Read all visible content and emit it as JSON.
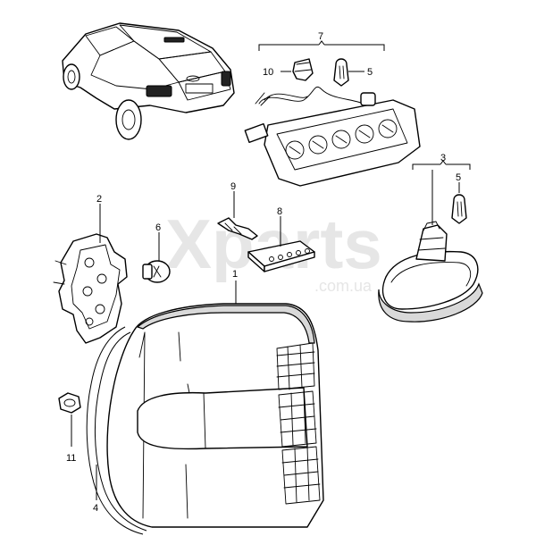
{
  "watermark": {
    "main": "Xparts",
    "sub": ".com.ua"
  },
  "callouts": [
    {
      "id": "c1",
      "label": "1"
    },
    {
      "id": "c2",
      "label": "2"
    },
    {
      "id": "c3",
      "label": "3"
    },
    {
      "id": "c4",
      "label": "4"
    },
    {
      "id": "c5a",
      "label": "5"
    },
    {
      "id": "c5b",
      "label": "5"
    },
    {
      "id": "c6",
      "label": "6"
    },
    {
      "id": "c7",
      "label": "7"
    },
    {
      "id": "c8",
      "label": "8"
    },
    {
      "id": "c9",
      "label": "9"
    },
    {
      "id": "c10",
      "label": "10"
    },
    {
      "id": "c11",
      "label": "11"
    }
  ]
}
